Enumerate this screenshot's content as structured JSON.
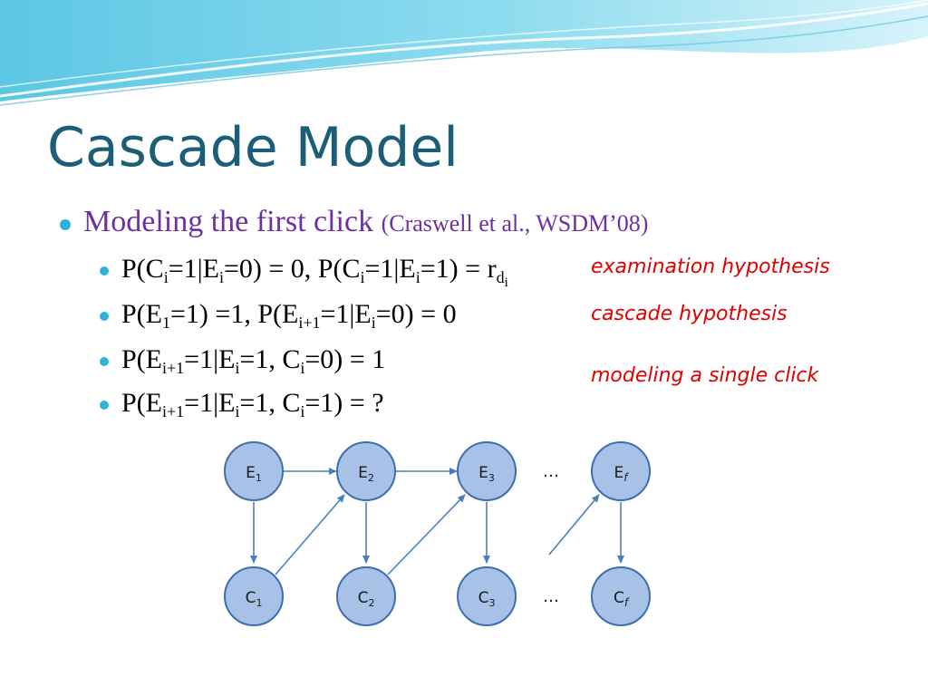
{
  "slide": {
    "title": "Cascade Model",
    "bullet": {
      "text": "Modeling the first click",
      "citation": "(Craswell et al., WSDM’08)"
    },
    "formulas": [
      {
        "parts": [
          "P(C",
          "i",
          "=1|E",
          "i",
          "=0) = 0, P(C",
          "i",
          "=1|E",
          "i",
          "=1) = r",
          "d",
          "i"
        ]
      },
      {
        "parts": [
          "P(E",
          "1",
          "=1) =1, P(E",
          "i+1",
          "=1|E",
          "i",
          "=0) = 0"
        ]
      },
      {
        "parts": [
          "P(E",
          "i+1",
          "=1|E",
          "i",
          "=1, C",
          "i",
          "=0) = 1"
        ]
      },
      {
        "parts": [
          "P(E",
          "i+1",
          "=1|E",
          "i",
          "=1, C",
          "i",
          "=1) = ?"
        ]
      }
    ],
    "notes": [
      "examination hypothesis",
      "cascade hypothesis",
      "modeling a single click"
    ]
  },
  "diagram": {
    "top_nodes": [
      {
        "base": "E",
        "sub": "1"
      },
      {
        "base": "E",
        "sub": "2"
      },
      {
        "base": "E",
        "sub": "3"
      },
      {
        "base": "E",
        "sub": "f"
      }
    ],
    "bottom_nodes": [
      {
        "base": "C",
        "sub": "1"
      },
      {
        "base": "C",
        "sub": "2"
      },
      {
        "base": "C",
        "sub": "3"
      },
      {
        "base": "C",
        "sub": "f"
      }
    ],
    "ellipsis": "…"
  },
  "colors": {
    "title": "#1b5e78",
    "bullet_text": "#7030a0",
    "note": "#e00000",
    "node_fill": "#a7c2e6",
    "node_stroke": "#3c6fad",
    "arrow": "#4a7fbd"
  }
}
